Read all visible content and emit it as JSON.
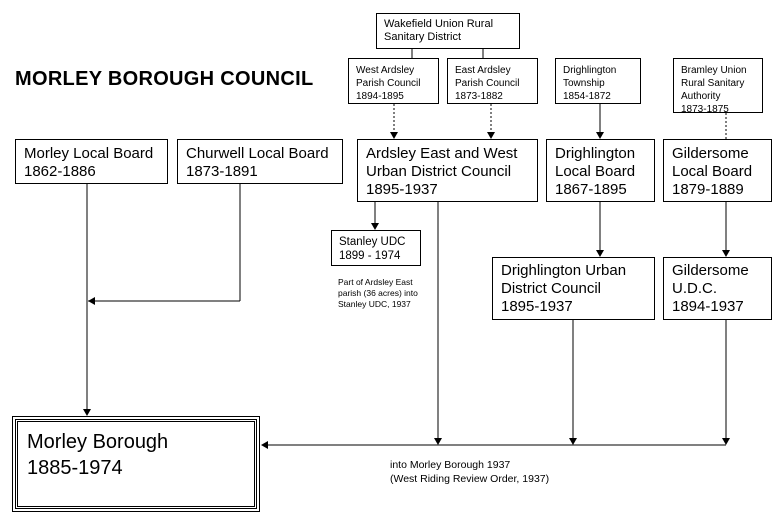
{
  "title": "MORLEY BOROUGH COUNCIL",
  "nodes": {
    "wakefield": {
      "lines": [
        "Wakefield Union Rural",
        "Sanitary District"
      ]
    },
    "west_ardsley": {
      "lines": [
        "West Ardsley",
        "Parish Council",
        "1894-1895"
      ]
    },
    "east_ardsley": {
      "lines": [
        "East Ardsley",
        "Parish Council",
        "1873-1882"
      ]
    },
    "drighlington_township": {
      "lines": [
        "Drighlington",
        "Township",
        "1854-1872"
      ]
    },
    "bramley": {
      "lines": [
        "Bramley Union",
        "Rural Sanitary",
        "Authority",
        "1873-1875"
      ]
    },
    "morley_local_board": {
      "lines": [
        "Morley Local Board",
        "1862-1886"
      ]
    },
    "churwell_local_board": {
      "lines": [
        "Churwell Local Board",
        "1873-1891"
      ]
    },
    "ardsley_udc": {
      "lines": [
        "Ardsley East and West",
        "Urban District Council",
        "1895-1937"
      ]
    },
    "drighlington_local_board": {
      "lines": [
        "Drighlington",
        "Local Board",
        "1867-1895"
      ]
    },
    "gildersome_local_board": {
      "lines": [
        "Gildersome",
        "Local Board",
        "1879-1889"
      ]
    },
    "stanley_udc": {
      "lines": [
        "Stanley UDC",
        "1899 - 1974"
      ]
    },
    "drighlington_udc": {
      "lines": [
        "Drighlington Urban",
        "District Council",
        "1895-1937"
      ]
    },
    "gildersome_udc": {
      "lines": [
        "Gildersome",
        "U.D.C.",
        "1894-1937"
      ]
    },
    "morley_borough": {
      "lines": [
        "Morley Borough",
        "1885-1974"
      ]
    }
  },
  "notes": {
    "stanley_transfer": [
      "Part of Ardsley East",
      "parish (36 acres) into",
      "Stanley UDC, 1937"
    ],
    "review_order": [
      "into Morley Borough 1937",
      "(West Riding Review Order, 1937)"
    ]
  },
  "colors": {
    "line": "#000000",
    "background": "#ffffff"
  }
}
